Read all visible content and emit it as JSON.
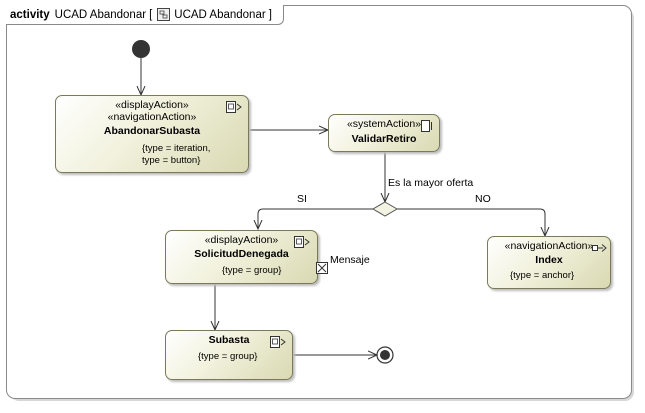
{
  "frame": {
    "kind": "activity",
    "title": "UCAD Abandonar",
    "open_bracket": "[",
    "ref_title": "UCAD Abandonar",
    "close_bracket": "]"
  },
  "nodes": {
    "abandonar": {
      "stereotype1": "«displayAction»",
      "stereotype2": "«navigationAction»",
      "name": "AbandonarSubasta",
      "tag1": "{type = iteration,",
      "tag2": "type = button}"
    },
    "validar": {
      "stereotype": "«systemAction»",
      "name": "ValidarRetiro"
    },
    "solicitud": {
      "stereotype": "«displayAction»",
      "name": "SolicitudDenegada",
      "tag": "{type = group}",
      "pin_label": "Mensaje"
    },
    "index": {
      "stereotype": "«navigationAction»",
      "name": "Index",
      "tag": "{type = anchor}"
    },
    "subasta": {
      "name": "Subasta",
      "tag": "{type = group}"
    }
  },
  "decision": {
    "guard": "Es la mayor oferta",
    "yes": "SI",
    "no": "NO"
  },
  "icons": [
    "display-action-icon",
    "system-action-icon",
    "navigation-action-icon",
    "output-pin-icon",
    "activity-icon"
  ]
}
